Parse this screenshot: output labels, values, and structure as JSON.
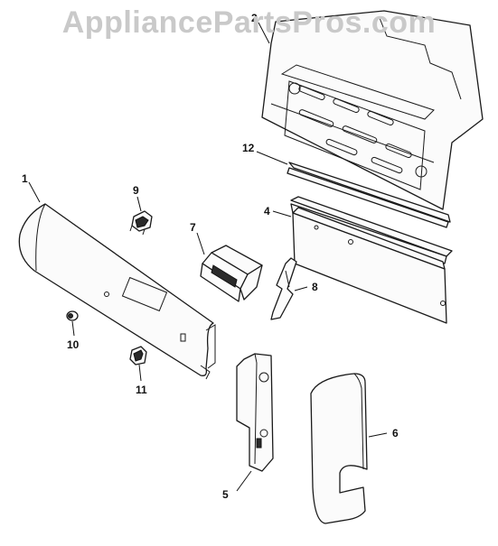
{
  "watermark": "AppliancePartsPros.com",
  "callouts": {
    "p1": "1",
    "p2": "2",
    "p4": "4",
    "p5": "5",
    "p6": "6",
    "p7": "7",
    "p8": "8",
    "p9": "9",
    "p10": "10",
    "p11": "11",
    "p12": "12"
  }
}
